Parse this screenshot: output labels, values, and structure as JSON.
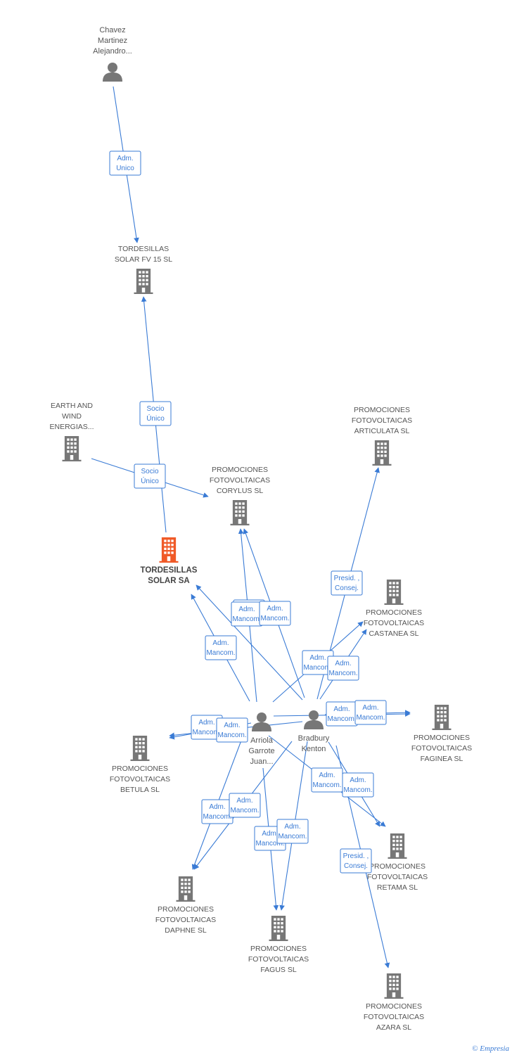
{
  "colors": {
    "edge": "#3a7bd5",
    "node": "#777777",
    "main_node": "#f05a28"
  },
  "nodes": [
    {
      "id": "chavez",
      "type": "person",
      "lines": [
        "Chavez",
        "Martinez",
        "Alejandro..."
      ],
      "label_pos": "above"
    },
    {
      "id": "tfv15",
      "type": "company",
      "lines": [
        "TORDESILLAS",
        "SOLAR FV 15 SL"
      ],
      "label_pos": "above"
    },
    {
      "id": "earth",
      "type": "company",
      "lines": [
        "EARTH AND",
        "WIND",
        "ENERGIAS..."
      ],
      "label_pos": "above"
    },
    {
      "id": "tsa",
      "type": "company",
      "main": true,
      "lines": [
        "TORDESILLAS",
        "SOLAR SA"
      ],
      "label_pos": "below"
    },
    {
      "id": "corylus",
      "type": "company",
      "lines": [
        "PROMOCIONES",
        "FOTOVOLTAICAS",
        "CORYLUS SL"
      ],
      "label_pos": "above"
    },
    {
      "id": "articulata",
      "type": "company",
      "lines": [
        "PROMOCIONES",
        "FOTOVOLTAICAS",
        "ARTICULATA SL"
      ],
      "label_pos": "above"
    },
    {
      "id": "castanea",
      "type": "company",
      "lines": [
        "PROMOCIONES",
        "FOTOVOLTAICAS",
        "CASTANEA SL"
      ],
      "label_pos": "below"
    },
    {
      "id": "faginea",
      "type": "company",
      "lines": [
        "PROMOCIONES",
        "FOTOVOLTAICAS",
        "FAGINEA SL"
      ],
      "label_pos": "below"
    },
    {
      "id": "betula",
      "type": "company",
      "lines": [
        "PROMOCIONES",
        "FOTOVOLTAICAS",
        "BETULA SL"
      ],
      "label_pos": "below"
    },
    {
      "id": "arriola",
      "type": "person",
      "lines": [
        "Arriola",
        "Garrote",
        "Juan..."
      ],
      "label_pos": "below"
    },
    {
      "id": "bradbury",
      "type": "person",
      "lines": [
        "Bradbury",
        "Kenton"
      ],
      "label_pos": "below"
    },
    {
      "id": "retama",
      "type": "company",
      "lines": [
        "PROMOCIONES",
        "FOTOVOLTAICAS",
        "RETAMA SL"
      ],
      "label_pos": "below"
    },
    {
      "id": "daphne",
      "type": "company",
      "lines": [
        "PROMOCIONES",
        "FOTOVOLTAICAS",
        "DAPHNE SL"
      ],
      "label_pos": "below"
    },
    {
      "id": "fagus",
      "type": "company",
      "lines": [
        "PROMOCIONES",
        "FOTOVOLTAICAS",
        "FAGUS SL"
      ],
      "label_pos": "below"
    },
    {
      "id": "azara",
      "type": "company",
      "lines": [
        "PROMOCIONES",
        "FOTOVOLTAICAS",
        "AZARA SL"
      ],
      "label_pos": "below"
    }
  ],
  "edges": [
    {
      "from": "chavez",
      "to": "tfv15",
      "label": [
        "Adm.",
        "Unico"
      ]
    },
    {
      "from": "tsa",
      "to": "tfv15",
      "label": [
        "Socio",
        "Único"
      ]
    },
    {
      "from": "earth",
      "to": "corylus",
      "label": [
        "Socio",
        "Único"
      ]
    },
    {
      "from": "arriola",
      "to": "tsa",
      "label": [
        "Adm.",
        "Mancom."
      ]
    },
    {
      "from": "bradbury",
      "to": "tsa",
      "label": [
        "Adm.",
        "Mancom."
      ]
    },
    {
      "from": "arriola",
      "to": "corylus",
      "label": [
        "Adm.",
        "Mancom."
      ]
    },
    {
      "from": "bradbury",
      "to": "corylus",
      "label": [
        "Adm.",
        "Mancom."
      ]
    },
    {
      "from": "bradbury",
      "to": "articulata",
      "label": [
        "Presid. ,",
        "Consej."
      ]
    },
    {
      "from": "arriola",
      "to": "castanea",
      "label": [
        "Adm.",
        "Mancom."
      ]
    },
    {
      "from": "bradbury",
      "to": "castanea",
      "label": [
        "Adm.",
        "Mancom."
      ]
    },
    {
      "from": "arriola",
      "to": "faginea",
      "label": [
        "Adm.",
        "Mancom."
      ]
    },
    {
      "from": "bradbury",
      "to": "faginea",
      "label": [
        "Adm.",
        "Mancom."
      ]
    },
    {
      "from": "arriola",
      "to": "betula",
      "label": [
        "Adm.",
        "Mancom."
      ]
    },
    {
      "from": "bradbury",
      "to": "betula",
      "label": [
        "Adm.",
        "Mancom."
      ]
    },
    {
      "from": "arriola",
      "to": "retama",
      "label": [
        "Adm.",
        "Mancom."
      ]
    },
    {
      "from": "bradbury",
      "to": "retama",
      "label": [
        "Adm.",
        "Mancom."
      ]
    },
    {
      "from": "arriola",
      "to": "daphne",
      "label": [
        "Adm.",
        "Mancom."
      ]
    },
    {
      "from": "bradbury",
      "to": "daphne",
      "label": [
        "Adm.",
        "Mancom."
      ]
    },
    {
      "from": "arriola",
      "to": "fagus",
      "label": [
        "Adm.",
        "Mancom."
      ]
    },
    {
      "from": "bradbury",
      "to": "fagus",
      "label": [
        "Adm.",
        "Mancom."
      ]
    },
    {
      "from": "bradbury",
      "to": "azara",
      "label": [
        "Presid. ,",
        "Consej."
      ]
    }
  ],
  "credit": {
    "symbol": "©",
    "brand": "Empresia"
  }
}
